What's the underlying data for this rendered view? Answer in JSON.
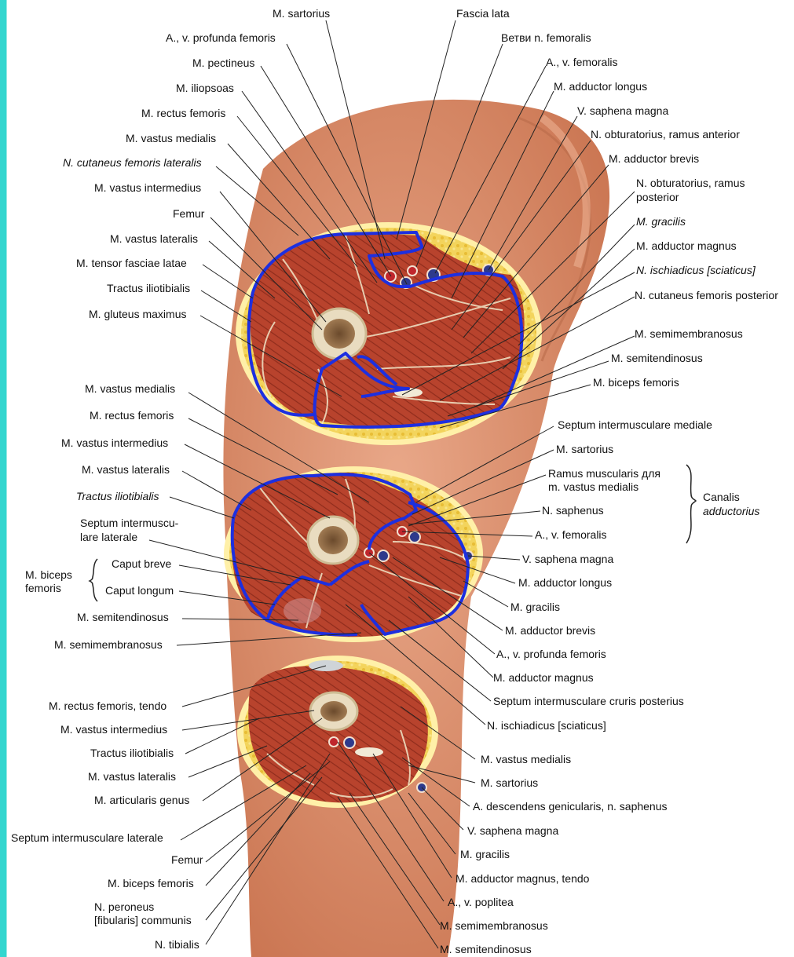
{
  "labels": {
    "top": {
      "sartorius": "M. sartorius",
      "fascia_lata": "Fascia lata",
      "profunda_femoris": "A., v. profunda femoris",
      "vetvi": "Ветви n. femoralis",
      "pectineus": "M. pectineus",
      "femoralis": "A., v. femoralis",
      "iliopsoas": "M. iliopsoas",
      "adductor_longus": "M. adductor longus",
      "rectus_femoris": "M. rectus femoris",
      "saphena_magna": "V. saphena magna",
      "vastus_medialis": "M. vastus medialis",
      "obturatorius_ant": "N. obturatorius, ramus anterior",
      "cutaneus_lat": "N. cutaneus femoris lateralis",
      "adductor_brevis": "M. adductor brevis",
      "vastus_intermedius": "M. vastus intermedius",
      "obturatorius_post_1": "N. obturatorius, ramus",
      "obturatorius_post_2": "posterior",
      "femur": "Femur",
      "gracilis": "M. gracilis",
      "vastus_lateralis": "M. vastus lateralis",
      "adductor_magnus": "M. adductor magnus",
      "tensor": "M. tensor fasciae latae",
      "ischiadicus": "N. ischiadicus [sciaticus]",
      "tractus": "Tractus iliotibialis",
      "cutaneus_post": "N. cutaneus femoris posterior",
      "gluteus": "M. gluteus maximus",
      "semimembranosus": "M. semimembranosus",
      "semitendinosus": "M. semitendinosus",
      "biceps": "M. biceps femoris"
    },
    "middle": {
      "vastus_medialis": "M. vastus medialis",
      "septum_mediale": "Septum intermusculare mediale",
      "rectus_femoris": "M. rectus femoris",
      "sartorius": "M. sartorius",
      "vastus_intermedius": "M. vastus intermedius",
      "ramus_1": "Ramus muscularis для",
      "ramus_2": "m. vastus medialis",
      "canalis_1": "Canalis",
      "canalis_2": "adductorius",
      "vastus_lateralis": "M. vastus lateralis",
      "saphenus": "N. saphenus",
      "tractus": "Tractus iliotibialis",
      "femoralis": "A., v. femoralis",
      "septum_lat_1": "Septum intermuscu-",
      "septum_lat_2": "lare laterale",
      "saphena_magna": "V. saphena magna",
      "biceps_1": "M. biceps",
      "biceps_2": "femoris",
      "caput_breve": "Caput breve",
      "adductor_longus": "M. adductor longus",
      "caput_longum": "Caput longum",
      "gracilis": "M. gracilis",
      "semitendinosus": "M. semitendinosus",
      "adductor_brevis": "M. adductor brevis",
      "profunda": "A., v. profunda femoris",
      "semimembranosus": "M. semimembranosus",
      "adductor_magnus": "M. adductor magnus",
      "septum_cruris": "Septum intermusculare cruris posterius",
      "ischiadicus": "N. ischiadicus [sciaticus]"
    },
    "bottom": {
      "rectus_tendo": "M. rectus femoris, tendo",
      "vastus_intermedius": "M. vastus intermedius",
      "tractus": "Tractus iliotibialis",
      "vastus_medialis": "M. vastus medialis",
      "vastus_lateralis": "M. vastus lateralis",
      "sartorius": "M. sartorius",
      "articularis": "M. articularis genus",
      "descendens": "A. descendens genicularis, n. saphenus",
      "septum_lat": "Septum intermusculare laterale",
      "saphena_magna": "V. saphena magna",
      "femur": "Femur",
      "gracilis": "M. gracilis",
      "biceps": "M. biceps femoris",
      "adductor_magnus_tendo": "M. adductor magnus, tendo",
      "peroneus_1": "N. peroneus",
      "peroneus_2": "[fibularis] communis",
      "poplitea": "A., v. poplitea",
      "semimembranosus": "M. semimembranosus",
      "tibialis": "N. tibialis",
      "semitendinosus": "M. semitendinosus"
    }
  },
  "colors": {
    "skin": "#d98b6a",
    "muscle": "#b8432d",
    "fat": "#f2d35a",
    "outline": "#1d2fe0",
    "frame": "#34d6cf"
  }
}
